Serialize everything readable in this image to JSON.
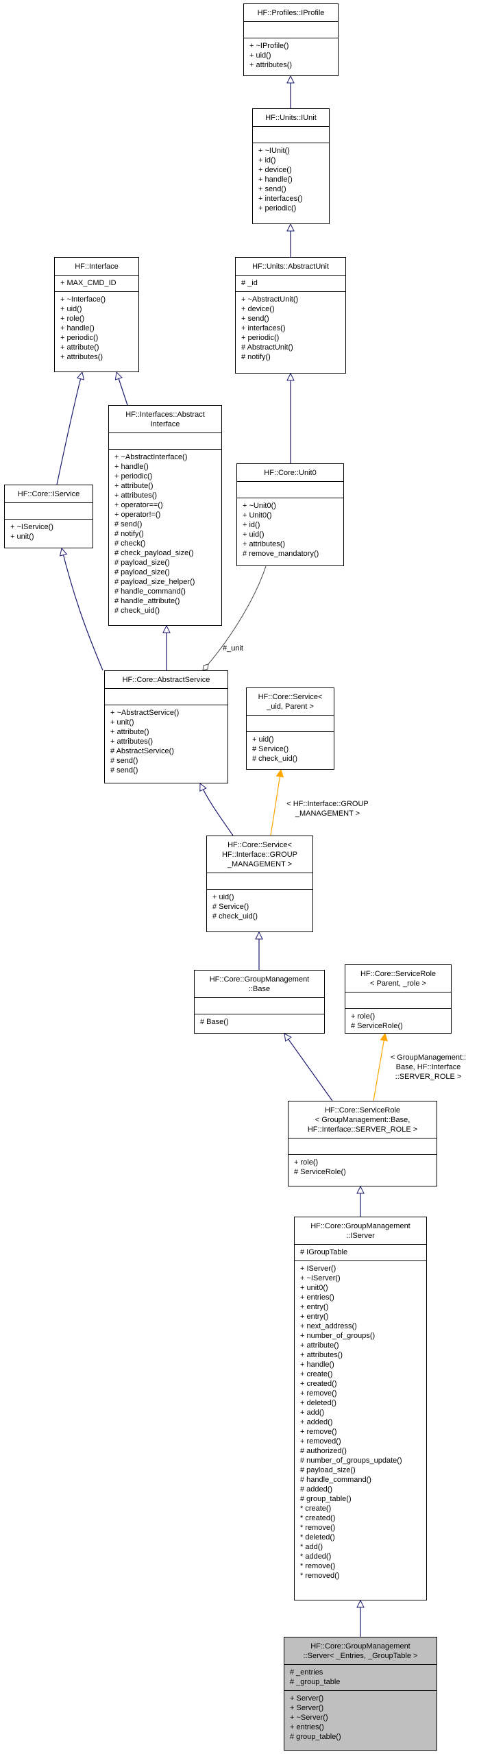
{
  "nodes": [
    {
      "id": "iprofile",
      "title": "HF::Profiles::IProfile",
      "attrs": [],
      "methods": [
        "+ ~IProfile()",
        "+ uid()",
        "+ attributes()"
      ]
    },
    {
      "id": "iunit",
      "title": "HF::Units::IUnit",
      "attrs": [],
      "methods": [
        "+ ~IUnit()",
        "+ id()",
        "+ device()",
        "+ handle()",
        "+ send()",
        "+ interfaces()",
        "+ periodic()"
      ]
    },
    {
      "id": "abstractunit",
      "title": "HF::Units::AbstractUnit",
      "attrs": [
        "# _id"
      ],
      "methods": [
        "+ ~AbstractUnit()",
        "+ device()",
        "+ send()",
        "+ interfaces()",
        "+ periodic()",
        "# AbstractUnit()",
        "# notify()"
      ]
    },
    {
      "id": "interface",
      "title": "HF::Interface",
      "attrs": [
        "+ MAX_CMD_ID"
      ],
      "methods": [
        "+ ~Interface()",
        "+ uid()",
        "+ role()",
        "+ handle()",
        "+ periodic()",
        "+ attribute()",
        "+ attributes()"
      ]
    },
    {
      "id": "abstractinterface",
      "title": "HF::Interfaces::Abstract\nInterface",
      "attrs": [],
      "methods": [
        "+ ~AbstractInterface()",
        "+ handle()",
        "+ periodic()",
        "+ attribute()",
        "+ attributes()",
        "+ operator==()",
        "+ operator!=()",
        "# send()",
        "# notify()",
        "# check()",
        "# check_payload_size()",
        "# payload_size()",
        "# payload_size()",
        "# payload_size_helper()",
        "# handle_command()",
        "# handle_attribute()",
        "# check_uid()"
      ]
    },
    {
      "id": "unit0",
      "title": "HF::Core::Unit0",
      "attrs": [],
      "methods": [
        "+ ~Unit0()",
        "+ Unit0()",
        "+ id()",
        "+ uid()",
        "+ attributes()",
        "# remove_mandatory()"
      ]
    },
    {
      "id": "iservice",
      "title": "HF::Core::IService",
      "attrs": [],
      "methods": [
        "+ ~IService()",
        "+ unit()"
      ]
    },
    {
      "id": "abstractservice",
      "title": "HF::Core::AbstractService",
      "attrs": [],
      "methods": [
        "+ ~AbstractService()",
        "+ unit()",
        "+ attribute()",
        "+ attributes()",
        "# AbstractService()",
        "# send()",
        "# send()"
      ]
    },
    {
      "id": "servicetpl",
      "title": "HF::Core::Service<\n_uid, Parent >",
      "attrs": [],
      "methods": [
        "+ uid()",
        "# Service()",
        "# check_uid()"
      ]
    },
    {
      "id": "servicegm",
      "title": "HF::Core::Service<\nHF::Interface::GROUP\n_MANAGEMENT >",
      "attrs": [],
      "methods": [
        "+ uid()",
        "# Service()",
        "# check_uid()"
      ]
    },
    {
      "id": "gmbase",
      "title": "HF::Core::GroupManagement\n::Base",
      "attrs": [],
      "methods": [
        "# Base()"
      ]
    },
    {
      "id": "serviceroletpl",
      "title": "HF::Core::ServiceRole\n< Parent, _role >",
      "attrs": [],
      "methods": [
        "+ role()",
        "# ServiceRole()"
      ]
    },
    {
      "id": "servicerolegm",
      "title": "HF::Core::ServiceRole\n< GroupManagement::Base,\n HF::Interface::SERVER_ROLE >",
      "attrs": [],
      "methods": [
        "+ role()",
        "# ServiceRole()"
      ]
    },
    {
      "id": "iserver",
      "title": "HF::Core::GroupManagement\n::IServer",
      "attrs": [
        "# IGroupTable"
      ],
      "methods": [
        "+ IServer()",
        "+ ~IServer()",
        "+ unit0()",
        "+ entries()",
        "+ entry()",
        "+ entry()",
        "+ next_address()",
        "+ number_of_groups()",
        "+ attribute()",
        "+ attributes()",
        "+ handle()",
        "+ create()",
        "+ created()",
        "+ remove()",
        "+ deleted()",
        "+ add()",
        "+ added()",
        "+ remove()",
        "+ removed()",
        "# authorized()",
        "# number_of_groups_update()",
        "# payload_size()",
        "# handle_command()",
        "# added()",
        "# group_table()",
        "* create()",
        "* created()",
        "* remove()",
        "* deleted()",
        "* add()",
        "* added()",
        "* remove()",
        "* removed()"
      ]
    },
    {
      "id": "server",
      "title": "HF::Core::GroupManagement\n::Server< _Entries, _GroupTable >",
      "attrs": [
        "# _entries",
        "# _group_table"
      ],
      "methods": [
        "+ Server()",
        "+ Server()",
        "+ ~Server()",
        "+ entries()",
        "# group_table()"
      ]
    }
  ],
  "edge_labels": {
    "unit": "#_unit",
    "group_management": "< HF::Interface::GROUP\n_MANAGEMENT >",
    "server_role": "< GroupManagement::\nBase, HF::Interface\n::SERVER_ROLE >"
  },
  "colors": {
    "inherit": "#191970",
    "template": "#ffa500",
    "highlight": "#bfbfbf"
  }
}
